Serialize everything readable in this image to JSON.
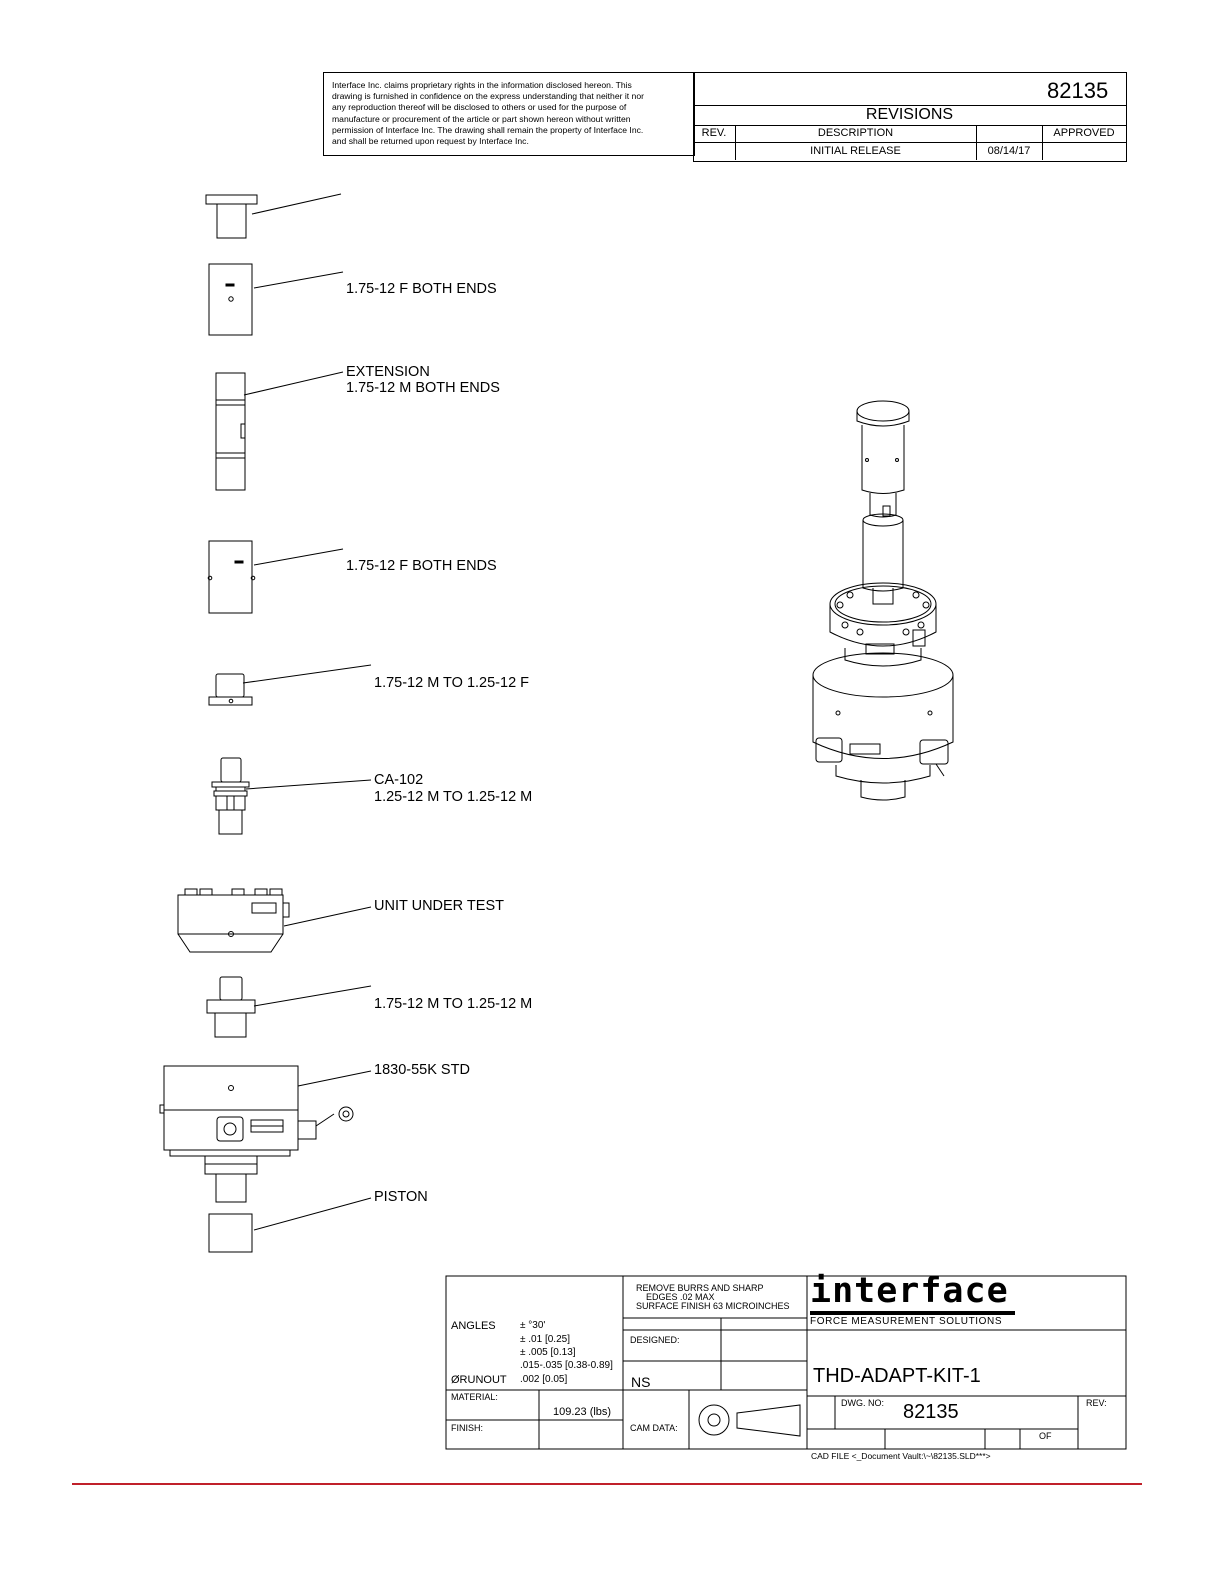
{
  "header": {
    "confidentiality_lines": [
      "Interface Inc. claims proprietary rights in the information disclosed hereon.  This",
      "drawing is furnished in confidence on the express understanding that neither it nor",
      "any reproduction thereof will be disclosed to others or used for the purpose of",
      "manufacture or procurement of the article or part shown hereon without written",
      "permission of Interface Inc.  The drawing shall remain the property of Interface Inc.",
      "and shall be returned upon request by Interface Inc."
    ],
    "drawing_number": "82135",
    "revisions_title": "REVISIONS",
    "columns": {
      "rev": "REV.",
      "description": "DESCRIPTION",
      "approved": "APPROVED"
    },
    "rows": [
      {
        "rev": "",
        "description": "INITIAL RELEASE",
        "date": "08/14/17",
        "approved": ""
      }
    ]
  },
  "callouts": {
    "c1": "1.75-12 F BOTH ENDS",
    "c2a": "EXTENSION",
    "c2b": "1.75-12 M BOTH ENDS",
    "c3": "1.75-12 F BOTH ENDS",
    "c4": "1.75-12 M TO 1.25-12 F",
    "c5a": "CA-102",
    "c5b": "1.25-12 M TO 1.25-12 M",
    "c6": "UNIT UNDER TEST",
    "c7": "1.75-12 M TO 1.25-12 M",
    "c8": "1830-55K STD",
    "c9": "PISTON"
  },
  "title_block": {
    "angles_label": "ANGLES",
    "angles_value": "±  °30'",
    "tol_1": "± .01 [0.25]",
    "tol_2": "± .005 [0.13]",
    "tol_3": ".015-.035 [0.38-0.89]",
    "runout_label": "ØRUNOUT",
    "runout_value": ".002 [0.05]",
    "material_label": "MATERIAL:",
    "weight": "109.23 (lbs)",
    "finish_label": "FINISH:",
    "notes_1": "REMOVE BURRS AND SHARP",
    "notes_2": "EDGES .02 MAX",
    "notes_3": "SURFACE FINISH 63 MICROINCHES",
    "designed_label": "DESIGNED:",
    "designer": "NS",
    "cam_label": "CAM DATA:",
    "logo_text": "interface",
    "logo_tagline": "FORCE MEASUREMENT SOLUTIONS",
    "title": "THD-ADAPT-KIT-1",
    "dwg_label": "DWG. NO:",
    "dwg_number": "82135",
    "rev_label": "REV:",
    "of_label": "OF",
    "cad_file": "CAD FILE <_Document Vault:\\~\\82135.SLD***>"
  },
  "colors": {
    "footer_rule": "#c0202a",
    "ink": "#000000"
  }
}
